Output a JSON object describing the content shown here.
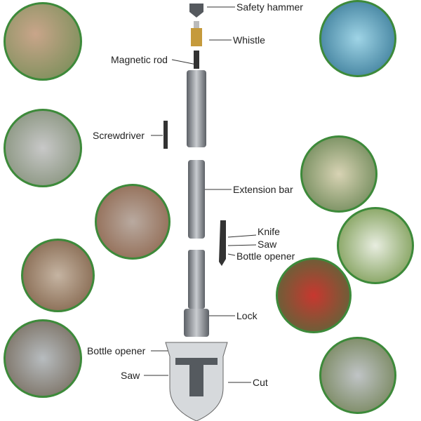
{
  "labels": {
    "safety_hammer": "Safety hammer",
    "whistle": "Whistle",
    "magnetic_rod": "Magnetic rod",
    "screwdriver": "Screwdriver",
    "extension_bar": "Extension bar",
    "knife": "Knife",
    "saw_small": "Saw",
    "bottle_opener_small": "Bottle opener",
    "lock": "Lock",
    "bottle_opener": "Bottle opener",
    "saw": "Saw",
    "cut": "Cut"
  },
  "colors": {
    "ring": "#3d8a3a",
    "metal": "#8e9296",
    "dark_metal": "#4a4d52"
  }
}
